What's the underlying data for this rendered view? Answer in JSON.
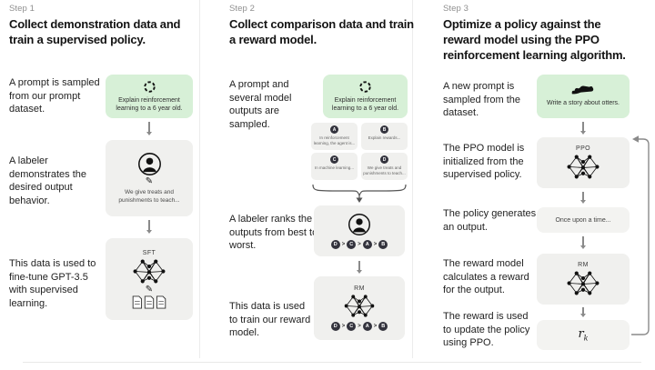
{
  "colors": {
    "prompt_box_green": "#d7f0d7",
    "model_box_gray": "#f0f0ee",
    "accent_dark": "#33333d",
    "arrow_gray": "#8a8a8a"
  },
  "icons": {
    "pencil_glyph": "✎",
    "refresh": "dashed-circle-refresh",
    "labeler": "person-in-circle",
    "model": "neural-network",
    "otter": "otter-silhouette",
    "documents": "three-documents"
  },
  "steps": [
    {
      "step_label": "Step 1",
      "title": "Collect demonstration data and train a supervised policy.",
      "desc_prompt": "A prompt is sampled from our prompt dataset.",
      "prompt_box_text": "Explain reinforcement learning to a 6 year old.",
      "desc_labeler": "A labeler demonstrates the desired output behavior.",
      "labeler_box_text": "We give treats and punishments to teach...",
      "desc_finetune": "This data is used to fine-tune GPT-3.5 with supervised learning.",
      "sft_label": "SFT"
    },
    {
      "step_label": "Step 2",
      "title": "Collect comparison data and train a reward model.",
      "desc_prompt": "A prompt and several model outputs are sampled.",
      "prompt_box_text": "Explain reinforcement learning to a 6 year old.",
      "outputs": [
        {
          "letter": "A",
          "text": "In reinforcement learning, the agent is..."
        },
        {
          "letter": "B",
          "text": "Explain rewards..."
        },
        {
          "letter": "C",
          "text": "In machine learning..."
        },
        {
          "letter": "D",
          "text": "We give treats and punishments to teach..."
        }
      ],
      "desc_rank": "A labeler ranks the outputs from best to worst.",
      "ranking": [
        "D",
        "C",
        "A",
        "B"
      ],
      "rank_separator": ">",
      "desc_train": "This data is used to train our reward model.",
      "rm_label": "RM"
    },
    {
      "step_label": "Step 3",
      "title": "Optimize a policy against the reward model using the PPO reinforcement learning algorithm.",
      "desc_prompt": "A new prompt is sampled from the dataset.",
      "prompt_box_text": "Write a story about otters.",
      "desc_ppo": "The PPO model is initialized from the supervised policy.",
      "ppo_label": "PPO",
      "desc_output": "The policy generates an output.",
      "output_box_text": "Once upon a time...",
      "desc_reward": "The reward model calculates a reward for the output.",
      "rm_label": "RM",
      "desc_update": "The reward is used to update the policy using PPO.",
      "reward_symbol": "r",
      "reward_subscript": "k"
    }
  ]
}
